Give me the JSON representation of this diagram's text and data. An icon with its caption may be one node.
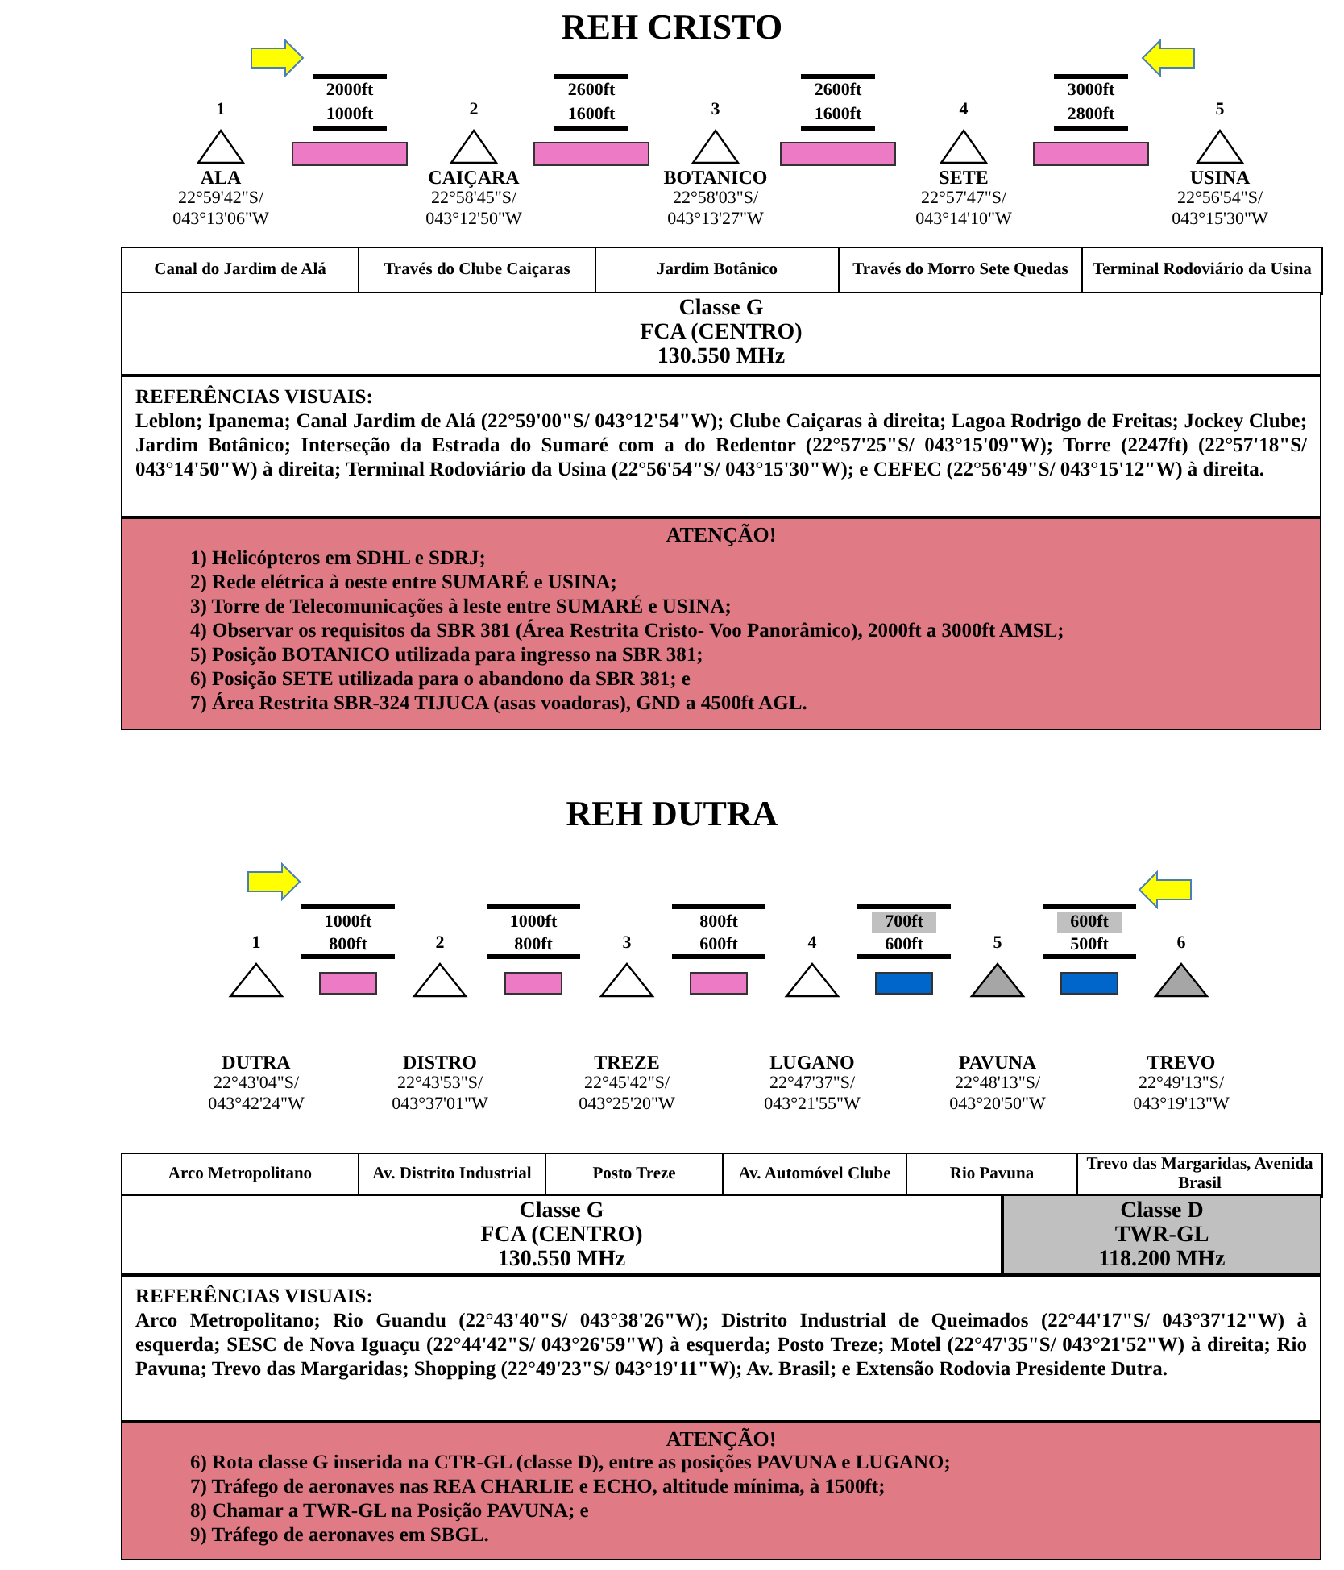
{
  "diagram": {
    "nodes": [
      {
        "text": [
          "ALA",
          "22°59'42\"S/ 043°13'06\"W"
        ],
        "beside": [
          "1"
        ]
      },
      {
        "text": [],
        "shape": "box",
        "beside": [
          "2000ft",
          "1000ft"
        ]
      },
      {
        "text": [
          "CAIÇARA",
          "22°58'45\"S/ 043°12'50\"W"
        ],
        "beside": [
          "2"
        ]
      },
      {
        "text": [],
        "shape": "box",
        "beside": [
          "2600ft",
          "1600ft"
        ]
      },
      {
        "text": [
          "BOTANICO",
          "22°58'03\"S/ 043°13'27\"W"
        ],
        "beside": [
          "3"
        ]
      },
      {
        "text": [],
        "shape": "box",
        "beside": [
          "2600ft",
          "1600ft"
        ]
      },
      {
        "text": [
          "SETE",
          "22°57'47\"S/ 043°14'10\"W"
        ],
        "beside": [
          "4"
        ]
      },
      {
        "text": [],
        "shape": "box",
        "beside": [
          "3000ft",
          "2800ft"
        ]
      },
      {
        "text": [
          "USINA",
          "22°56'54\"S/ 043°15'30\"W"
        ],
        "beside": [
          "5"
        ]
      },
      {
        "text": [
          "Classe G",
          "FCA (CENTRO)",
          "130.550 MHz"
        ]
      },
      {
        "text": [
          "REFERÊNCIAS VISUAIS:",
          "Leblon; Ipanema; Canal Jardim de Alá (22°59'00\"S/ 043°12'54\"W); Clube Caiçaras à direita; Lagoa Rodrigo de Freitas; Jockey Clube; Jardim Botânico; Interseção da Estrada do Sumaré com a do Redentor (22°57'25\"S/ 043°15'09\"W); Torre (2247ft) (22°57'18\"S/ 043°14'50\"W) à direita; Terminal Rodoviário da Usina (22°56'54\"S/ 043°15'30\"W); e CEFEC (22°56'49\"S/ 043°15'12\"W) à direita."
        ]
      },
      {
        "text": [
          "ATENÇÃO!",
          "1) Helicópteros em SDHL e SDRJ;",
          "2) Rede elétrica à oeste entre SUMARÉ e USINA;",
          "3) Torre de Telecomunicações à leste entre SUMARÉ e USINA;",
          "4) Observar os requisitos da SBR 381 (Área Restrita Cristo- Voo Panorâmico), 2000ft a 3000ft AMSL;",
          "5) Posição BOTANICO utilizada para ingresso na SBR 381;",
          "6) Posição SETE utilizada para o abandono da SBR 381; e",
          "7) Área Restrita SBR-324 TIJUCA (asas voadoras), GND a 4500ft AGL."
        ]
      },
      {
        "text": [
          "DUTRA",
          "22°43'04\"S/ 043°42'24\"W"
        ],
        "beside": [
          "1"
        ]
      },
      {
        "text": [],
        "shape": "box",
        "beside": [
          "1000ft",
          "800ft"
        ]
      },
      {
        "text": [
          "DISTRO",
          "22°43'53\"S/ 043°37'01\"W"
        ],
        "beside": [
          "2"
        ]
      },
      {
        "text": [],
        "shape": "box",
        "beside": [
          "1000ft",
          "800ft"
        ]
      },
      {
        "text": [
          "TREZE",
          "22°45'42\"S/ 043°25'20\"W"
        ],
        "beside": [
          "3"
        ]
      },
      {
        "text": [],
        "shape": "box",
        "beside": [
          "800ft",
          "600ft"
        ]
      },
      {
        "text": [
          "LUGANO",
          "22°47'37\"S/ 043°21'55\"W"
        ],
        "beside": [
          "4"
        ]
      },
      {
        "text": [],
        "shape": "box",
        "beside": [
          "700ft",
          "600ft"
        ]
      },
      {
        "text": [
          "PAVUNA",
          "22°48'13\"S/ 043°20'50\"W"
        ],
        "beside": [
          "5"
        ]
      },
      {
        "text": [],
        "shape": "box",
        "beside": [
          "600ft",
          "500ft"
        ]
      },
      {
        "text": [
          "TREVO",
          "22°49'13\"S/ 043°19'13\"W"
        ],
        "beside": [
          "6"
        ]
      },
      {
        "text": [
          "Classe G",
          "FCA (CENTRO)",
          "130.550 MHz"
        ]
      },
      {
        "text": [
          "Classe D",
          "TWR-GL",
          "118.200 MHz"
        ]
      },
      {
        "text": [
          "REFERÊNCIAS VISUAIS:",
          "Arco Metropolitano; Rio Guandu (22°43'40\"S/ 043°38'26\"W); Distrito Industrial de Queimados (22°44'17\"S/ 043°37'12\"W) à esquerda; SESC de Nova Iguaçu (22°44'42\"S/ 043°26'59\"W) à esquerda; Posto Treze; Motel (22°47'35\"S/ 043°21'52\"W) à direita; Rio Pavuna; Trevo das Margaridas; Shopping (22°49'23\"S/ 043°19'11\"W); Av. Brasil; e Extensão Rodovia Presidente Dutra."
        ]
      },
      {
        "text": [
          "ATENÇÃO!",
          "6) Rota classe G inserida na CTR-GL (classe D), entre as posições PAVUNA e LUGANO;",
          "7) Tráfego de aeronaves nas REA CHARLIE e ECHO, altitude mínima, à 1500ft;",
          "8) Chamar a TWR-GL na Posição PAVUNA; e",
          "9) Tráfego de aeronaves em SBGL."
        ]
      }
    ],
    "labels": [
      "REH CRISTO",
      "Canal do Jardim de Alá",
      "Través do Clube Caiçaras",
      "Jardim Botânico",
      "Través do Morro Sete Quedas",
      "Terminal Rodoviário da Usina",
      "REH DUTRA",
      "Arco Metropolitano",
      "Av. Distrito Industrial",
      "Posto Treze",
      "Av. Automóvel Clube",
      "Rio Pavuna",
      "Trevo das Margaridas, Avenida Brasil"
    ]
  }
}
